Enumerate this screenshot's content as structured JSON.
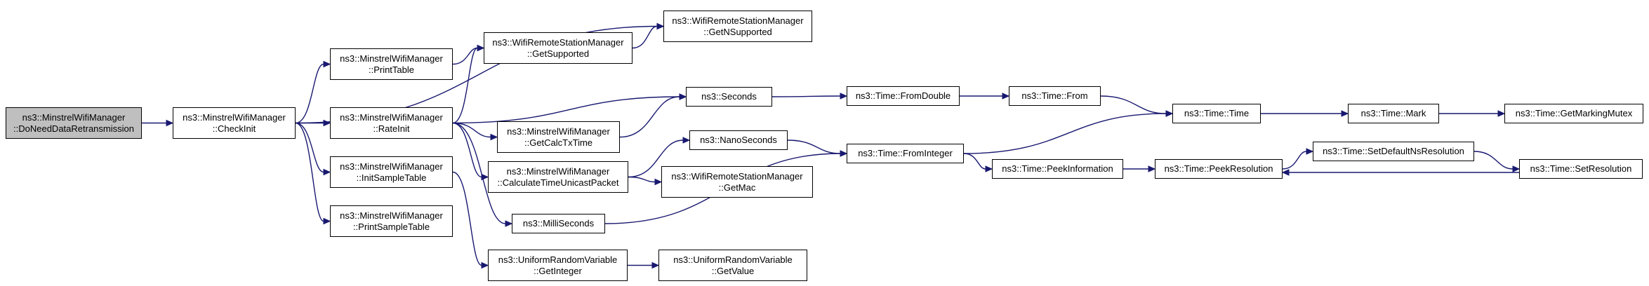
{
  "colors": {
    "edge": "#191970",
    "node_border": "#000000",
    "node_fill": "#ffffff",
    "root_fill": "#bfbfbf",
    "text": "#000000"
  },
  "nodes": [
    {
      "id": "root",
      "lines": [
        "ns3::MinstrelWifiManager",
        "::DoNeedDataRetransmission"
      ],
      "root": true
    },
    {
      "id": "checkinit",
      "lines": [
        "ns3::MinstrelWifiManager",
        "::CheckInit"
      ]
    },
    {
      "id": "printtable",
      "lines": [
        "ns3::MinstrelWifiManager",
        "::PrintTable"
      ]
    },
    {
      "id": "rateinit",
      "lines": [
        "ns3::MinstrelWifiManager",
        "::RateInit"
      ]
    },
    {
      "id": "initsampletable",
      "lines": [
        "ns3::MinstrelWifiManager",
        "::InitSampleTable"
      ]
    },
    {
      "id": "printsampletable",
      "lines": [
        "ns3::MinstrelWifiManager",
        "::PrintSampleTable"
      ]
    },
    {
      "id": "getsupported",
      "lines": [
        "ns3::WifiRemoteStationManager",
        "::GetSupported"
      ]
    },
    {
      "id": "getnsupported",
      "lines": [
        "ns3::WifiRemoteStationManager",
        "::GetNSupported"
      ]
    },
    {
      "id": "getcalctxtime",
      "lines": [
        "ns3::MinstrelWifiManager",
        "::GetCalcTxTime"
      ]
    },
    {
      "id": "calctime",
      "lines": [
        "ns3::MinstrelWifiManager",
        "::CalculateTimeUnicastPacket"
      ]
    },
    {
      "id": "milliseconds",
      "lines": [
        "ns3::MilliSeconds"
      ]
    },
    {
      "id": "getinteger",
      "lines": [
        "ns3::UniformRandomVariable",
        "::GetInteger"
      ]
    },
    {
      "id": "getvalue",
      "lines": [
        "ns3::UniformRandomVariable",
        "::GetValue"
      ]
    },
    {
      "id": "seconds",
      "lines": [
        "ns3::Seconds"
      ]
    },
    {
      "id": "nanoseconds",
      "lines": [
        "ns3::NanoSeconds"
      ]
    },
    {
      "id": "getmac",
      "lines": [
        "ns3::WifiRemoteStationManager",
        "::GetMac"
      ]
    },
    {
      "id": "fromdouble",
      "lines": [
        "ns3::Time::FromDouble"
      ]
    },
    {
      "id": "frominteger",
      "lines": [
        "ns3::Time::FromInteger"
      ]
    },
    {
      "id": "from",
      "lines": [
        "ns3::Time::From"
      ]
    },
    {
      "id": "peekinformation",
      "lines": [
        "ns3::Time::PeekInformation"
      ]
    },
    {
      "id": "time",
      "lines": [
        "ns3::Time::Time"
      ]
    },
    {
      "id": "peekresolution",
      "lines": [
        "ns3::Time::PeekResolution"
      ]
    },
    {
      "id": "mark",
      "lines": [
        "ns3::Time::Mark"
      ]
    },
    {
      "id": "setdefaultnsresolution",
      "lines": [
        "ns3::Time::SetDefaultNsResolution"
      ]
    },
    {
      "id": "setresolution",
      "lines": [
        "ns3::Time::SetResolution"
      ]
    },
    {
      "id": "getmarkingmutex",
      "lines": [
        "ns3::Time::GetMarkingMutex"
      ]
    }
  ],
  "edges": [
    [
      "root",
      "checkinit"
    ],
    [
      "checkinit",
      "getnsupported"
    ],
    [
      "checkinit",
      "printtable"
    ],
    [
      "checkinit",
      "rateinit"
    ],
    [
      "checkinit",
      "initsampletable"
    ],
    [
      "checkinit",
      "printsampletable"
    ],
    [
      "printtable",
      "getsupported"
    ],
    [
      "getsupported",
      "getnsupported"
    ],
    [
      "rateinit",
      "getsupported"
    ],
    [
      "rateinit",
      "seconds"
    ],
    [
      "rateinit",
      "getcalctxtime"
    ],
    [
      "rateinit",
      "calctime"
    ],
    [
      "rateinit",
      "milliseconds"
    ],
    [
      "getcalctxtime",
      "seconds"
    ],
    [
      "calctime",
      "nanoseconds"
    ],
    [
      "calctime",
      "getmac"
    ],
    [
      "initsampletable",
      "getinteger"
    ],
    [
      "getinteger",
      "getvalue"
    ],
    [
      "seconds",
      "fromdouble"
    ],
    [
      "nanoseconds",
      "frominteger"
    ],
    [
      "milliseconds",
      "frominteger"
    ],
    [
      "fromdouble",
      "from"
    ],
    [
      "from",
      "time"
    ],
    [
      "frominteger",
      "time"
    ],
    [
      "frominteger",
      "peekinformation"
    ],
    [
      "peekinformation",
      "peekresolution"
    ],
    [
      "peekresolution",
      "setdefaultnsresolution"
    ],
    [
      "setdefaultnsresolution",
      "setresolution"
    ],
    [
      "setresolution",
      "peekresolution"
    ],
    [
      "time",
      "mark"
    ],
    [
      "mark",
      "getmarkingmutex"
    ]
  ]
}
